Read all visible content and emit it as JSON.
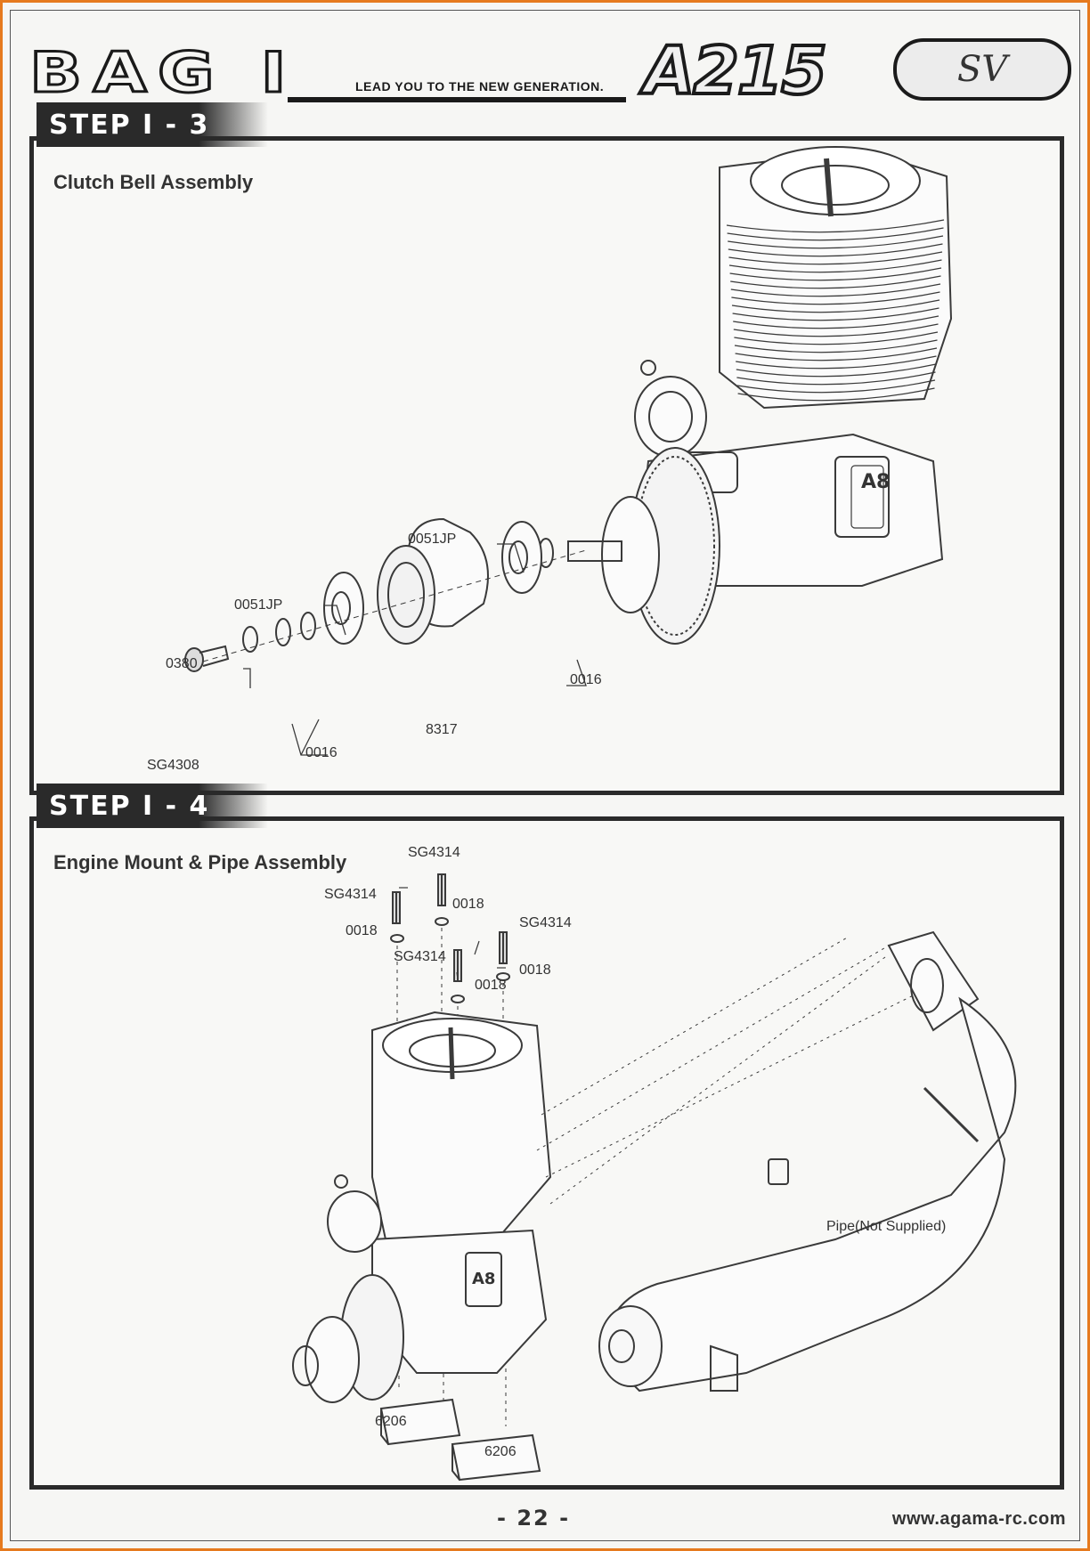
{
  "header": {
    "bag_title": "BAG I",
    "tagline": "LEAD YOU TO THE NEW GENERATION.",
    "model_logo": "A215",
    "model_badge": "SV"
  },
  "step_1_3": {
    "step_label": "STEP I - 3",
    "title": "Clutch Bell Assembly",
    "engine_marking": "A8",
    "callouts": {
      "bearing_top": "0051JP",
      "bearing_left": "0051JP",
      "shim_0380": "0380",
      "shim_0016_right": "0016",
      "shim_0016_bottom": "0016",
      "clutch_bell": "8317",
      "screw": "SG4308"
    }
  },
  "step_1_4": {
    "step_label": "STEP I - 4",
    "title": "Engine Mount & Pipe Assembly",
    "engine_marking": "A8",
    "callouts": {
      "screw_top": "SG4314",
      "screw_left": "SG4314",
      "screw_right": "SG4314",
      "screw_mid": "SG4314",
      "washer_left": "0018",
      "washer_top": "0018",
      "washer_right": "0018",
      "washer_mid": "0018",
      "mount_left": "6206",
      "mount_right": "6206",
      "pipe": "Pipe(Not Supplied)"
    }
  },
  "footer": {
    "page_number": "- 22 -",
    "website": "www.agama-rc.com"
  },
  "colors": {
    "frame_border": "#e67a1e",
    "panel_border": "#2a2a2a",
    "line_art": "#3a3a3a"
  }
}
